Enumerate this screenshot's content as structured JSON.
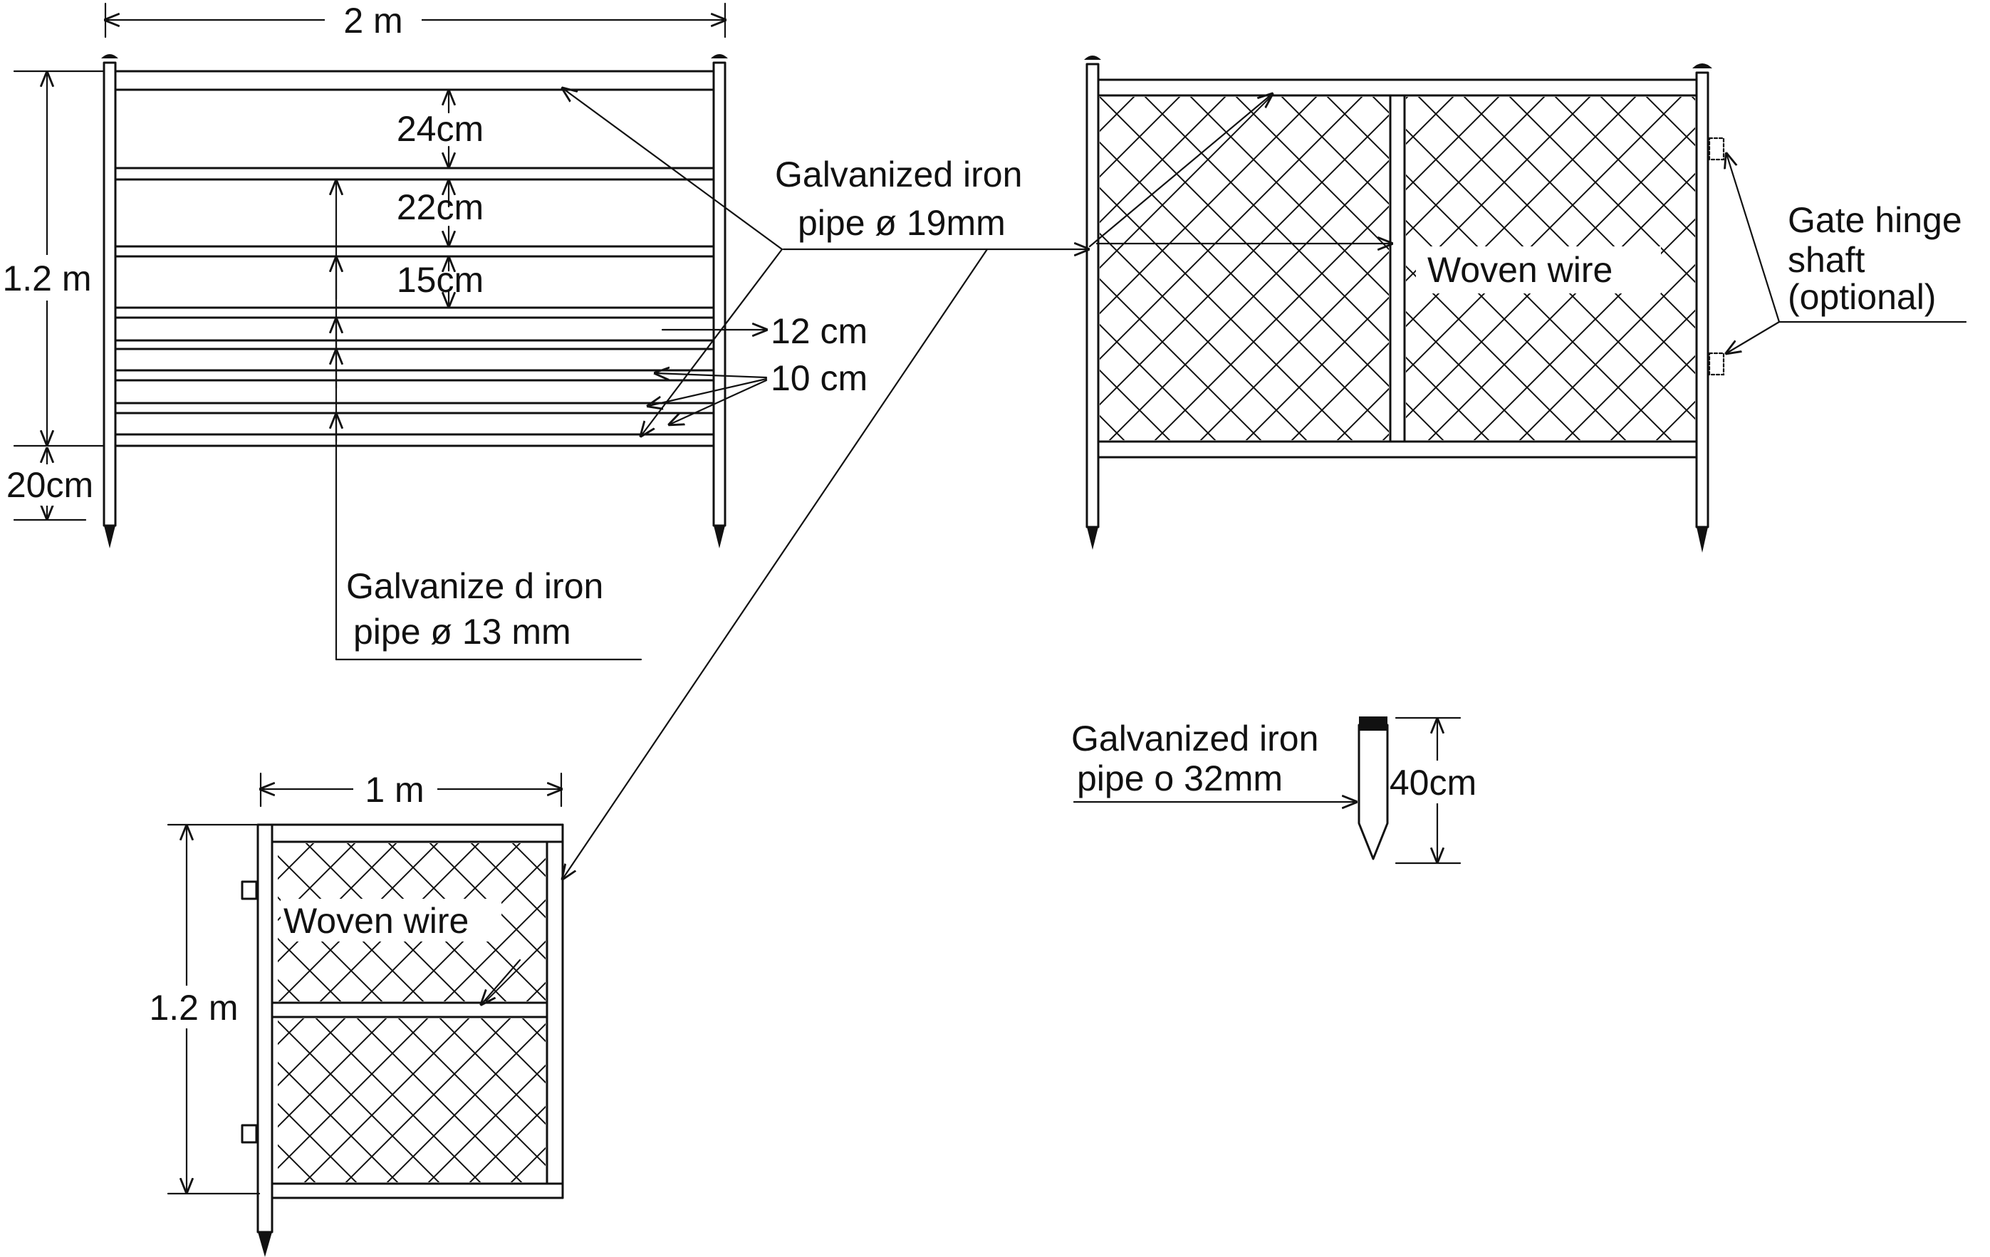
{
  "fence_panel": {
    "width_label": "2 m",
    "height_label": "1.2 m",
    "ground_label": "20cm",
    "spacings": [
      "24cm",
      "22cm",
      "15cm",
      "12 cm",
      "10 cm"
    ],
    "small_pipe": {
      "line1": "Galvanize d iron",
      "line2": "pipe ø 13 mm"
    }
  },
  "main_pipe": {
    "line1": "Galvanized iron",
    "line2": "pipe ø 19mm"
  },
  "mesh_panel": {
    "woven_label": "Woven wire",
    "hinge": {
      "line1": "Gate hinge",
      "line2": "shaft",
      "line3": "(optional)"
    }
  },
  "gate": {
    "width_label": "1 m",
    "height_label": "1.2 m",
    "woven_label": "Woven wire"
  },
  "stake": {
    "line1": "Galvanized iron",
    "line2": "pipe o 32mm",
    "length_label": "40cm"
  },
  "colors": {
    "ink": "#111111",
    "background": "#ffffff"
  },
  "icons": [
    "arrow-head-icon",
    "post-cap-icon",
    "hinge-icon"
  ]
}
